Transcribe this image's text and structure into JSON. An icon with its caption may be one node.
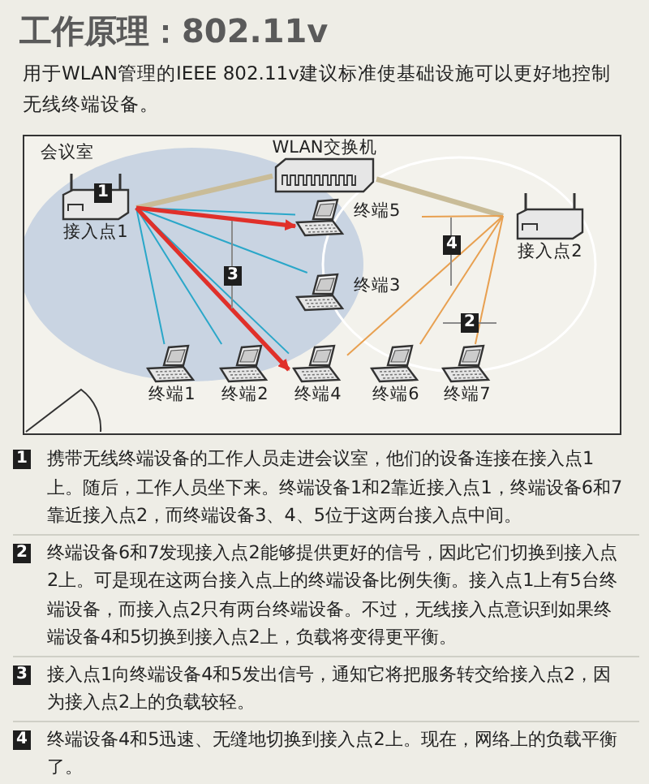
{
  "diagram": {
    "title": "工作原理：802.11v",
    "nodes": [
      {
        "text": [
          "会议室"
        ]
      },
      {
        "text": [
          "WLAN交换机"
        ],
        "in": 0
      },
      {
        "text": [
          "接入点1"
        ],
        "in": 0
      },
      {
        "text": [
          "接入点2"
        ],
        "in": 0
      },
      {
        "text": [
          "终端5"
        ],
        "in": 0
      },
      {
        "text": [
          "终端3"
        ],
        "in": 0
      },
      {
        "text": [
          "终端1"
        ],
        "in": 0
      },
      {
        "text": [
          "终端2"
        ],
        "in": 0
      },
      {
        "text": [
          "终端4"
        ],
        "in": 0
      },
      {
        "text": [
          "终端6"
        ],
        "in": 0
      },
      {
        "text": [
          "终端7"
        ],
        "in": 0
      }
    ],
    "edges": [
      {
        "from": 1,
        "to": 2,
        "arrow": "none",
        "style": "thick",
        "color": "#c9bc98"
      },
      {
        "from": 1,
        "to": 3,
        "arrow": "none",
        "style": "thick",
        "color": "#c9bc98"
      },
      {
        "from": 2,
        "to": 4,
        "arrow": "none"
      },
      {
        "from": 2,
        "to": 5,
        "arrow": "none"
      },
      {
        "from": 2,
        "to": 6,
        "arrow": "none"
      },
      {
        "from": 2,
        "to": 7,
        "arrow": "none"
      },
      {
        "from": 2,
        "to": 8,
        "arrow": "none"
      },
      {
        "from": 2,
        "to": 4,
        "arrow": "to",
        "style": "thick",
        "color": "#e0302a"
      },
      {
        "from": 2,
        "to": 8,
        "arrow": "to",
        "style": "thick",
        "color": "#e0302a"
      },
      {
        "from": 3,
        "to": 4,
        "arrow": "none",
        "color": "#e8a050"
      },
      {
        "from": 3,
        "to": 8,
        "arrow": "none",
        "color": "#e8a050"
      },
      {
        "from": 3,
        "to": 9,
        "arrow": "none",
        "color": "#e8a050"
      },
      {
        "from": 3,
        "to": 10,
        "arrow": "none",
        "color": "#e8a050"
      }
    ],
    "labels": [
      "用于WLAN管理的IEEE 802.11v建议标准使基础设施可以更好地控制无线终端设备。",
      "1",
      "4",
      "3",
      "2",
      "1",
      "携带无线终端设备的工作人员走进会议室，他们的设备连接在接入点1上。随后，工作人员坐下来。终端设备1和2靠近接入点1，终端设备6和7靠近接入点2，而终端设备3、4、5位于这两台接入点中间。",
      "2",
      "终端设备6和7发现接入点2能够提供更好的信号，因此它们切换到接入点2上。可是现在这两台接入点上的终端设备比例失衡。接入点1上有5台终端设备，而接入点2只有两台终端设备。不过，无线接入点意识到如果终端设备4和5切换到接入点2上，负载将变得更平衡。",
      "3",
      "接入点1向终端设备4和5发出信号，通知它将把服务转交给接入点2，因为接入点2上的负载较轻。",
      "4",
      "终端设备4和5迅速、无缝地切换到接入点2上。现在，网络上的负载平衡了。"
    ]
  }
}
